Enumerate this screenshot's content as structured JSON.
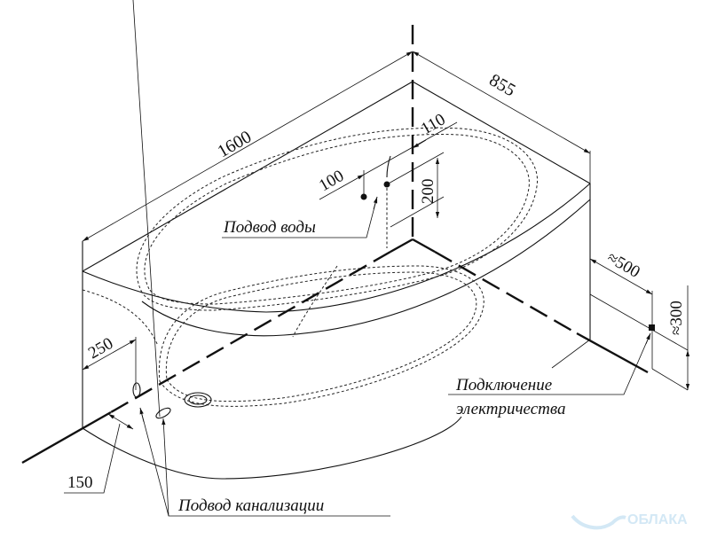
{
  "drawing": {
    "dimensions": {
      "length": "1600",
      "width": "855",
      "water_offset_a": "100",
      "water_offset_b": "110",
      "water_height": "200",
      "drain_height": "250",
      "drain_offset": "150",
      "electric_offset": "≈500",
      "electric_height": "≈300"
    },
    "labels": {
      "water_supply": "Подвод воды",
      "drain": "Подвод канализации",
      "electric_line1": "Подключение",
      "electric_line2": "электричества"
    },
    "watermark": {
      "text": "ОБЛАКА",
      "color": "#cfe6f5"
    }
  }
}
